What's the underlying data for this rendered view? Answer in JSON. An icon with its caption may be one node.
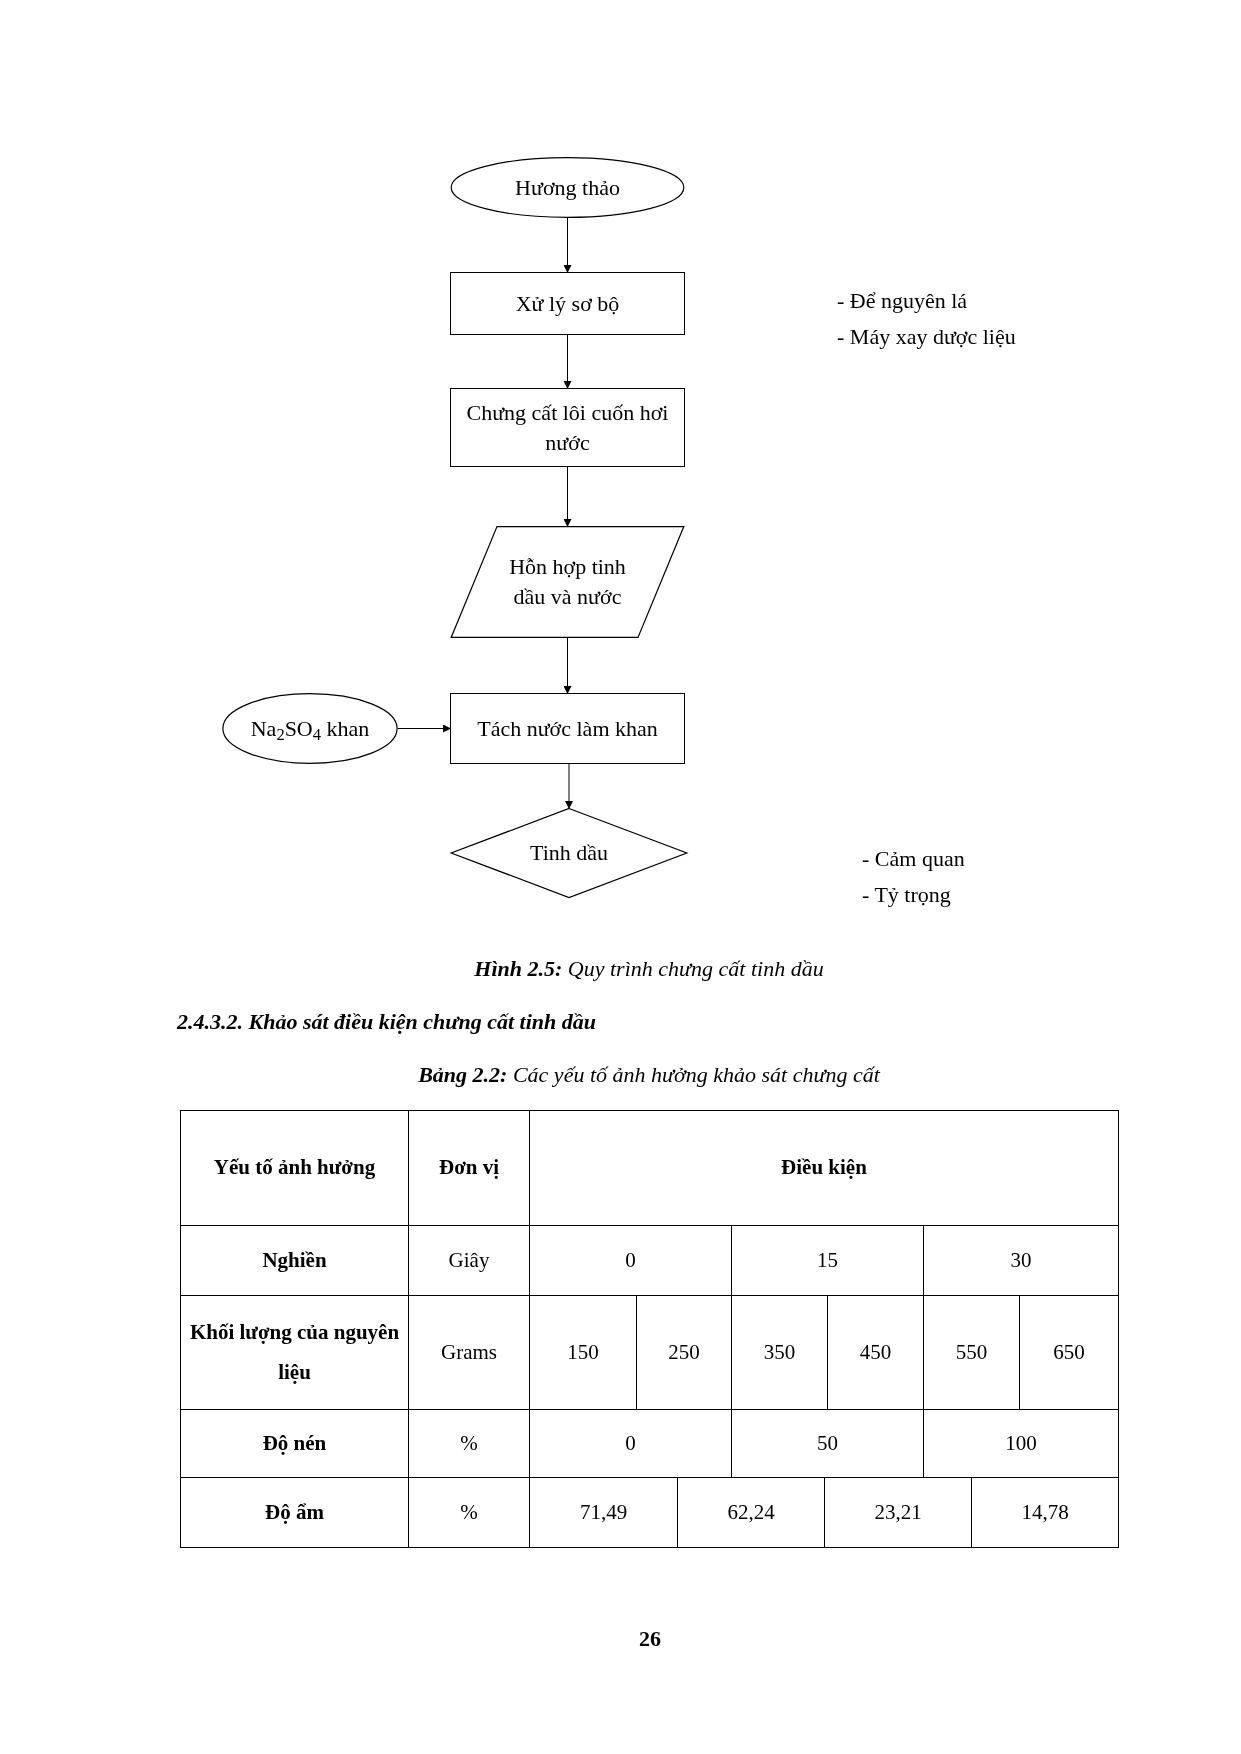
{
  "diagram": {
    "caption": "**Hình 2.5:** Quy trình chưng cất tinh dầu",
    "nodes": [
      {
        "text": [
          "Hương thảo"
        ]
      },
      {
        "text": [
          "Xử lý sơ bộ"
        ]
      },
      {
        "text": [
          "Chưng cất lôi cuốn hơi nước"
        ]
      },
      {
        "text": [
          "Hỗn hợp tinh dầu và nước"
        ]
      },
      {
        "text": [
          "Na$_{2}$SO$_{4}$ khan"
        ]
      },
      {
        "text": [
          "Tách nước làm khan"
        ]
      },
      {
        "text": [
          "Tinh dầu"
        ]
      }
    ],
    "edges": [
      {
        "from": 0,
        "to": 1,
        "arrow": "to"
      },
      {
        "from": 1,
        "to": 2,
        "arrow": "to"
      },
      {
        "from": 2,
        "to": 3,
        "arrow": "to"
      },
      {
        "from": 3,
        "to": 5,
        "arrow": "to"
      },
      {
        "from": 4,
        "to": 5,
        "arrow": "to"
      },
      {
        "from": 5,
        "to": 6,
        "arrow": "to"
      }
    ],
    "labels": [
      "- Để nguyên lá",
      "- Máy xay dược liệu",
      "- Cảm quan",
      "- Tỷ trọng",
      "2.4.3.2. Khảo sát điều kiện chưng cất tinh dầu",
      "**Bảng 2.2:** Các yếu tố ảnh hưởng khảo sát chưng cất",
      "Yếu tố ảnh hưởng",
      "Đơn vị",
      "Điều kiện",
      "Nghiền",
      "Giây",
      "0",
      "15",
      "30",
      "Khối lượng của nguyên liệu",
      "Grams",
      "150",
      "250",
      "350",
      "450",
      "550",
      "650",
      "Độ nén",
      "%",
      "0",
      "50",
      "100",
      "Độ ẩm",
      "%",
      "71,49",
      "62,24",
      "23,21",
      "14,78",
      "26"
    ]
  }
}
